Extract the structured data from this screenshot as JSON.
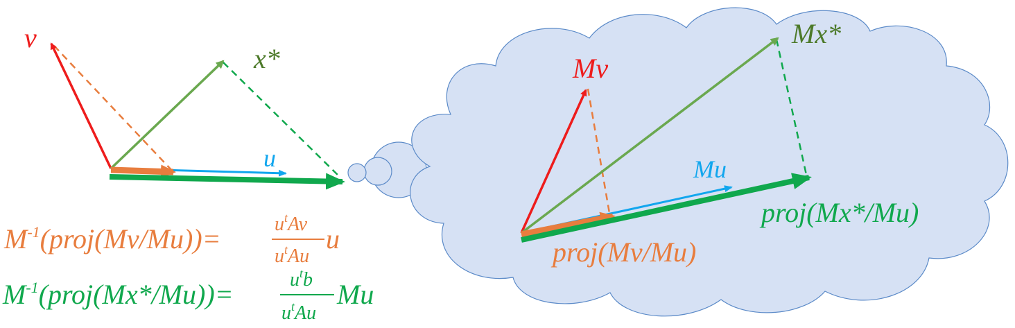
{
  "colors": {
    "red": "#ee1c1c",
    "orange": "#e87d3e",
    "olive": "#6aa84f",
    "olive_text": "#4d7a2a",
    "blue": "#11a6ee",
    "green": "#10a84d",
    "cloud_fill": "#d6e1f4",
    "cloud_stroke": "#5b8ac8"
  },
  "left_diagram": {
    "label_v": "v",
    "label_xstar": "x*",
    "label_u": "u"
  },
  "cloud_diagram": {
    "label_Mv": "Mv",
    "label_Mxstar": "Mx*",
    "label_Mu": "Mu",
    "label_proj_Mv": "proj(Mv/Mu)",
    "label_proj_Mxstar": "proj(Mx*/Mu)"
  },
  "equations": {
    "eq1": {
      "lhs_M": "M",
      "lhs_sup": "-1",
      "lhs_rest": "(proj(Mv/Mu))=",
      "num_u": "u",
      "num_sup": "t",
      "num_rest": "Av",
      "den_u": "u",
      "den_sup": "t",
      "den_rest": "Au",
      "tail": "u"
    },
    "eq2": {
      "lhs_M": "M",
      "lhs_sup": "-1",
      "lhs_rest": "(proj(Mx*/Mu))=",
      "num_u": "u",
      "num_sup": "t",
      "num_rest": "b",
      "den_u": "u",
      "den_sup": "t",
      "den_rest": "Au",
      "tail": "Mu"
    }
  }
}
